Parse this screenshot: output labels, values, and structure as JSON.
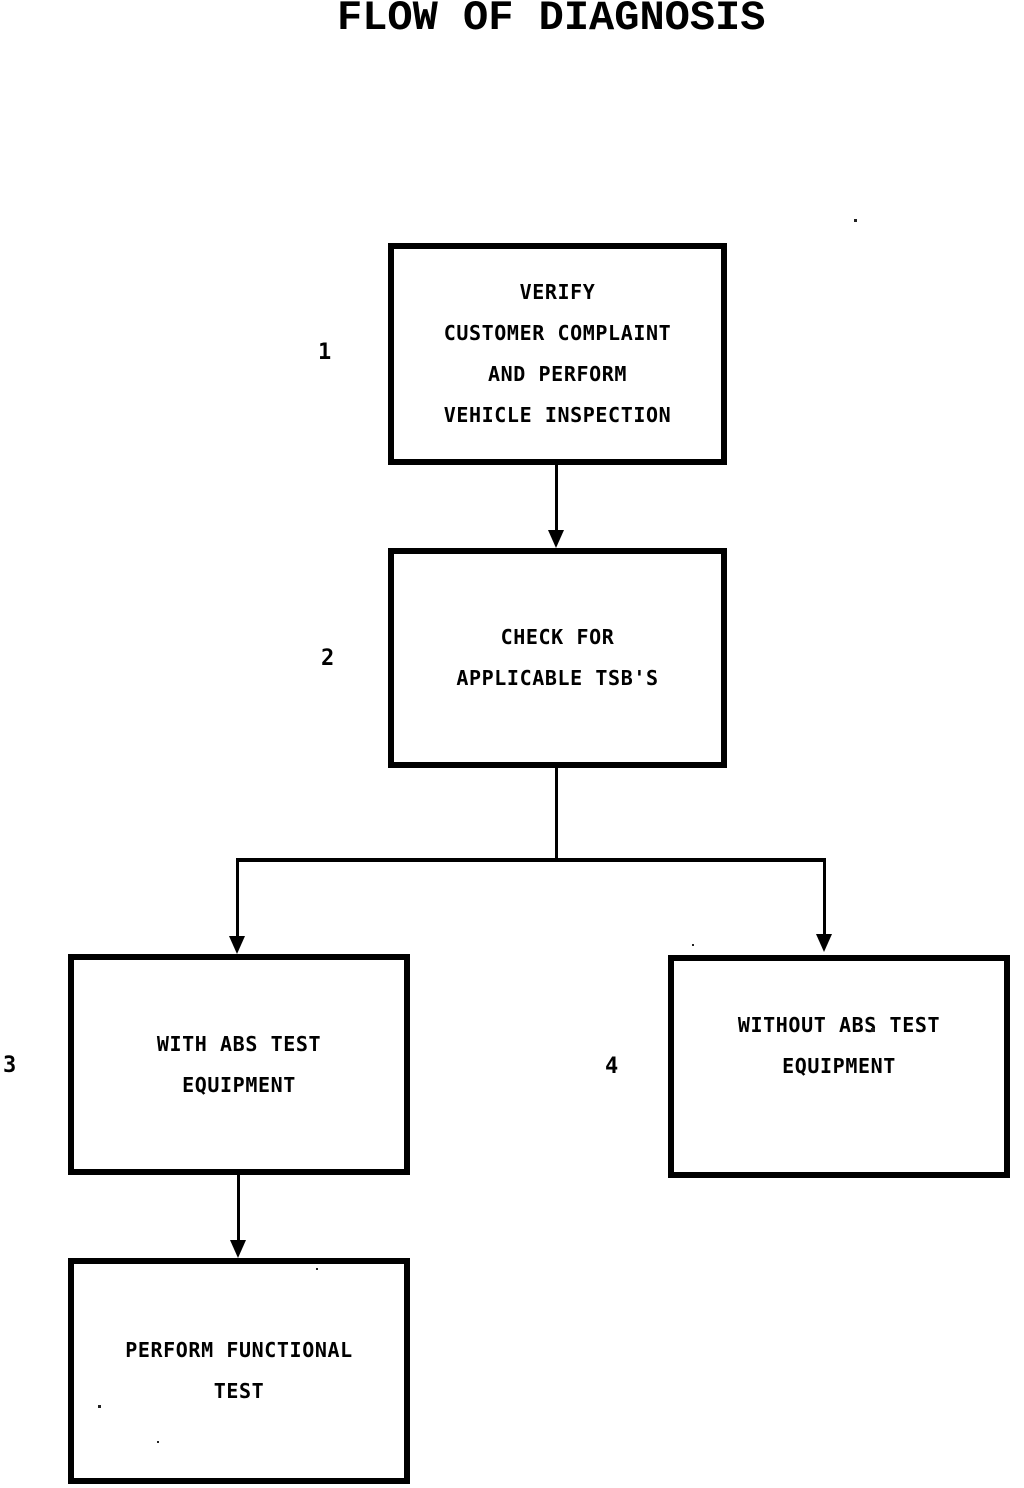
{
  "title": "FLOW OF DIAGNOSIS",
  "boxes": {
    "box1": {
      "number": "1",
      "lines": [
        "VERIFY",
        "CUSTOMER COMPLAINT",
        "AND PERFORM",
        "VEHICLE INSPECTION"
      ]
    },
    "box2": {
      "number": "2",
      "lines": [
        "CHECK FOR",
        "APPLICABLE TSB'S"
      ]
    },
    "box3": {
      "number": "3",
      "lines": [
        "WITH ABS TEST",
        "EQUIPMENT"
      ]
    },
    "box4": {
      "number": "4",
      "lines": [
        "WITHOUT ABS TEST",
        "EQUIPMENT"
      ]
    },
    "box5": {
      "lines": [
        "PERFORM FUNCTIONAL",
        "TEST"
      ]
    }
  },
  "edges": [
    {
      "from": "box1",
      "to": "box2",
      "type": "arrow"
    },
    {
      "from": "box2",
      "to": "box3",
      "type": "arrow-branch-left"
    },
    {
      "from": "box2",
      "to": "box4",
      "type": "arrow-branch-right"
    },
    {
      "from": "box3",
      "to": "box5",
      "type": "arrow"
    }
  ],
  "colors": {
    "ink": "#000000",
    "background": "#ffffff"
  }
}
